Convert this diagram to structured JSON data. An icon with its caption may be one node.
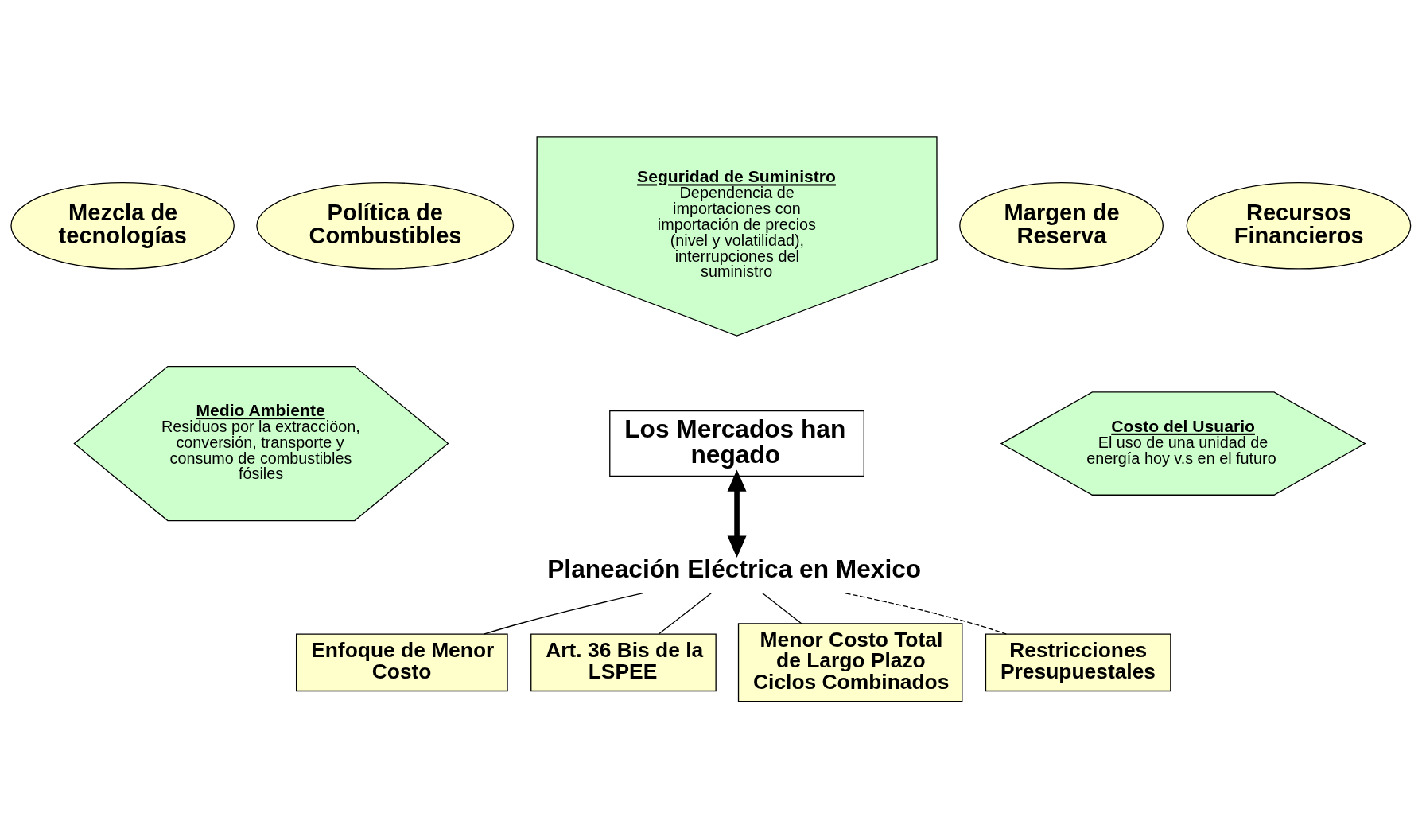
{
  "diagram": {
    "nodes": [
      {
        "text": [
          "Mezcla de tecnologías"
        ]
      },
      {
        "text": [
          "Política de Combustibles"
        ]
      },
      {
        "text": [
          "Seguridad de Suministro",
          "Dependencia de importaciones con importación de precios (nivel y volatilidad), interrupciones del suministro"
        ]
      },
      {
        "text": [
          "Margen de Reserva"
        ]
      },
      {
        "text": [
          "Recursos Financieros"
        ]
      },
      {
        "text": [
          "Medio Ambiente",
          "Residuos por la extracciöon, conversión, transporte y consumo de combustibles fósiles"
        ]
      },
      {
        "text": [
          "Los Mercados han negado"
        ]
      },
      {
        "text": [
          "Costo del Usuario",
          "El uso de una unidad de energía hoy v.s en el futuro"
        ]
      },
      {
        "text": [
          "Planeación Eléctrica en Mexico"
        ]
      },
      {
        "text": [
          "Enfoque de Menor Costo"
        ]
      },
      {
        "text": [
          "Art. 36 Bis de la LSPEE"
        ]
      },
      {
        "text": [
          "Menor Costo Total de Largo Plazo Ciclos Combinados"
        ]
      },
      {
        "text": [
          "Restricciones Presupuestales"
        ]
      }
    ],
    "edges": [
      {
        "from": 6,
        "to": 8,
        "arrow": "both",
        "style": "thick",
        "color": "#000000"
      },
      {
        "from": 8,
        "to": 9,
        "arrow": "none"
      },
      {
        "from": 8,
        "to": 10,
        "arrow": "none"
      },
      {
        "from": 8,
        "to": 11,
        "arrow": "none"
      },
      {
        "from": 8,
        "to": 12,
        "arrow": "none",
        "style": "dashed"
      }
    ]
  }
}
